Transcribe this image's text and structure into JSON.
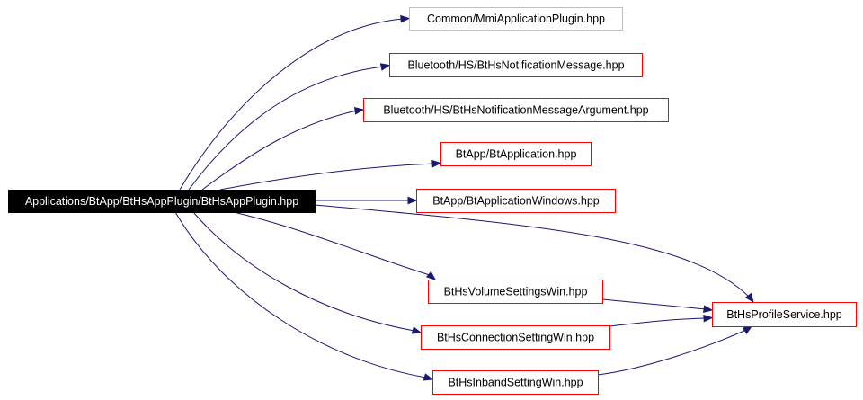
{
  "graph": {
    "nodes": [
      {
        "id": "root",
        "label": "Applications/BtApp/BtHsAppPlugin/BtHsAppPlugin.hpp",
        "kind": "root"
      },
      {
        "id": "mmi",
        "label": "Common/MmiApplicationPlugin.hpp",
        "kind": "external"
      },
      {
        "id": "notif",
        "label": "Bluetooth/HS/BtHsNotificationMessage.hpp",
        "kind": "documented"
      },
      {
        "id": "notifarg",
        "label": "Bluetooth/HS/BtHsNotificationMessageArgument.hpp",
        "kind": "documented"
      },
      {
        "id": "btapp",
        "label": "BtApp/BtApplication.hpp",
        "kind": "documented"
      },
      {
        "id": "btappwin",
        "label": "BtApp/BtApplicationWindows.hpp",
        "kind": "documented"
      },
      {
        "id": "volume",
        "label": "BtHsVolumeSettingsWin.hpp",
        "kind": "documented"
      },
      {
        "id": "conn",
        "label": "BtHsConnectionSettingWin.hpp",
        "kind": "documented"
      },
      {
        "id": "inband",
        "label": "BtHsInbandSettingWin.hpp",
        "kind": "documented"
      },
      {
        "id": "profile",
        "label": "BtHsProfileService.hpp",
        "kind": "documented"
      }
    ],
    "edges": [
      {
        "from": "root",
        "to": "mmi"
      },
      {
        "from": "root",
        "to": "notif"
      },
      {
        "from": "root",
        "to": "notifarg"
      },
      {
        "from": "root",
        "to": "btapp"
      },
      {
        "from": "root",
        "to": "btappwin"
      },
      {
        "from": "root",
        "to": "profile"
      },
      {
        "from": "root",
        "to": "volume"
      },
      {
        "from": "root",
        "to": "conn"
      },
      {
        "from": "root",
        "to": "inband"
      },
      {
        "from": "volume",
        "to": "profile"
      },
      {
        "from": "conn",
        "to": "profile"
      },
      {
        "from": "inband",
        "to": "profile"
      }
    ],
    "colors": {
      "edge": "#191970",
      "documented_border": "#ff0000",
      "external_border": "#bfbfbf",
      "root_fill": "#000000",
      "root_text": "#ffffff"
    }
  }
}
